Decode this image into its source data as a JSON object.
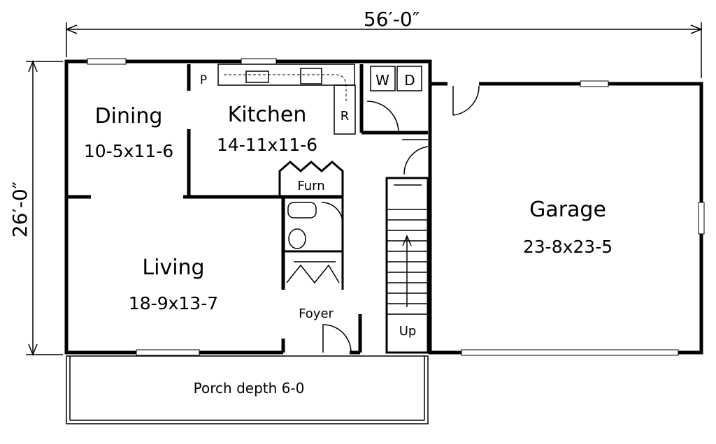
{
  "dimensions": {
    "width": "56′-0″",
    "depth": "26′-0″"
  },
  "rooms": {
    "dining": {
      "name": "Dining",
      "size": "10-5x11-6"
    },
    "kitchen": {
      "name": "Kitchen",
      "size": "14-11x11-6"
    },
    "living": {
      "name": "Living",
      "size": "18-9x13-7"
    },
    "garage": {
      "name": "Garage",
      "size": "23-8x23-5"
    },
    "foyer": {
      "name": "Foyer"
    },
    "furnace": {
      "name": "Furn"
    },
    "porch": {
      "name": "Porch depth 6-0"
    }
  },
  "fixtures": {
    "pantry": "P",
    "washer": "W",
    "dryer": "D",
    "refrigerator": "R",
    "stairs": "Up"
  }
}
